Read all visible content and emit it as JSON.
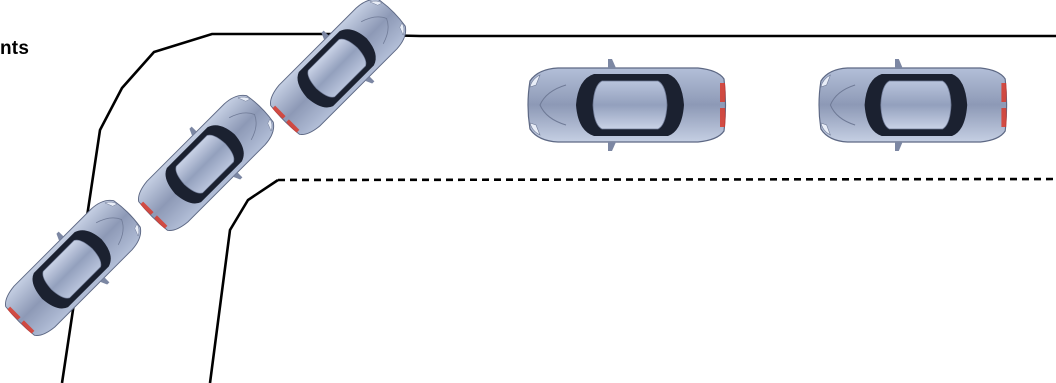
{
  "caption": "nts",
  "colors": {
    "background": "#ffffff",
    "line": "#000000",
    "car_body": "#8d99b6",
    "car_body_light": "#b3bfd8",
    "car_glass": "#1b2130",
    "tail_light": "#d93a2c"
  },
  "cars": [
    {
      "label": "car-turning-1",
      "state": "entering turn"
    },
    {
      "label": "car-turning-2",
      "state": "mid turn"
    },
    {
      "label": "car-turning-3",
      "state": "exiting turn"
    },
    {
      "label": "car-straight-1",
      "state": "straight"
    },
    {
      "label": "car-straight-2",
      "state": "straight"
    }
  ],
  "lane_lines": [
    {
      "label": "outer-edge-line",
      "style": "solid"
    },
    {
      "label": "inner-edge-line",
      "style": "solid"
    },
    {
      "label": "lane-divider-line",
      "style": "dashed"
    }
  ]
}
